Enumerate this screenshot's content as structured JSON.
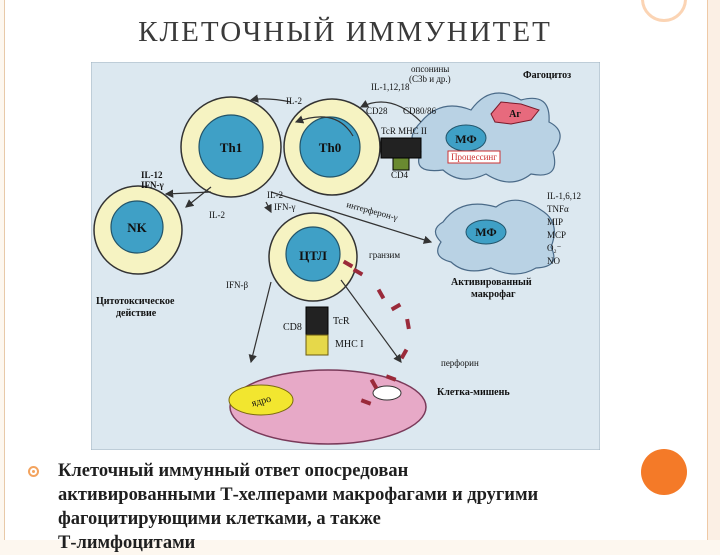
{
  "slide": {
    "title": "КЛЕТОЧНЫЙ ИММУНИТЕТ",
    "body_lines": [
      "Клеточный иммунный ответ опосредован",
      "активированными Т-хелперами макрофагами и другими",
      "фагоцитирующими клетками, а также",
      "Т-лимфоцитами"
    ]
  },
  "diagram": {
    "cells": {
      "th1": "Th1",
      "th0": "Th0",
      "nk": "NK",
      "ctl": "ЦТЛ",
      "mf_top": "МФ",
      "mf_mid": "МФ",
      "ag": "Аг",
      "nucleus": "ядро"
    },
    "labels": {
      "opsonins": "опсонины",
      "opsonins2": "(С3b и др.)",
      "phagocytosis": "Фагоцитоз",
      "il_1_12_18": "IL-1,12,18",
      "il2_top": "IL-2",
      "cd28": "CD28",
      "cd80": "CD80/86",
      "tcr_mhc2": "TcR  MHC II",
      "processing": "Процессинг",
      "cd4": "CD4",
      "il12": "IL-12",
      "ifn_left": "IFN-γ",
      "il2_mid": "IL-2",
      "ifn_mid": "IFN-γ",
      "interferon": "интерферон-γ",
      "il2_nk": "IL-2",
      "cytokines": [
        "IL-1,6,12",
        "TNFα",
        "MIP",
        "MCP",
        "O₂⁻",
        "NO"
      ],
      "granzyme": "гранзим",
      "cytotoxic1": "Цитотоксическое",
      "cytotoxic2": "действие",
      "activated1": "Активированный",
      "activated2": "макрофаг",
      "ifn_beta": "IFN-β",
      "cd8": "CD8",
      "tcr": "TcR",
      "mhc1": "MHC I",
      "perforin": "перфорин",
      "target": "Клетка-мишень"
    }
  }
}
